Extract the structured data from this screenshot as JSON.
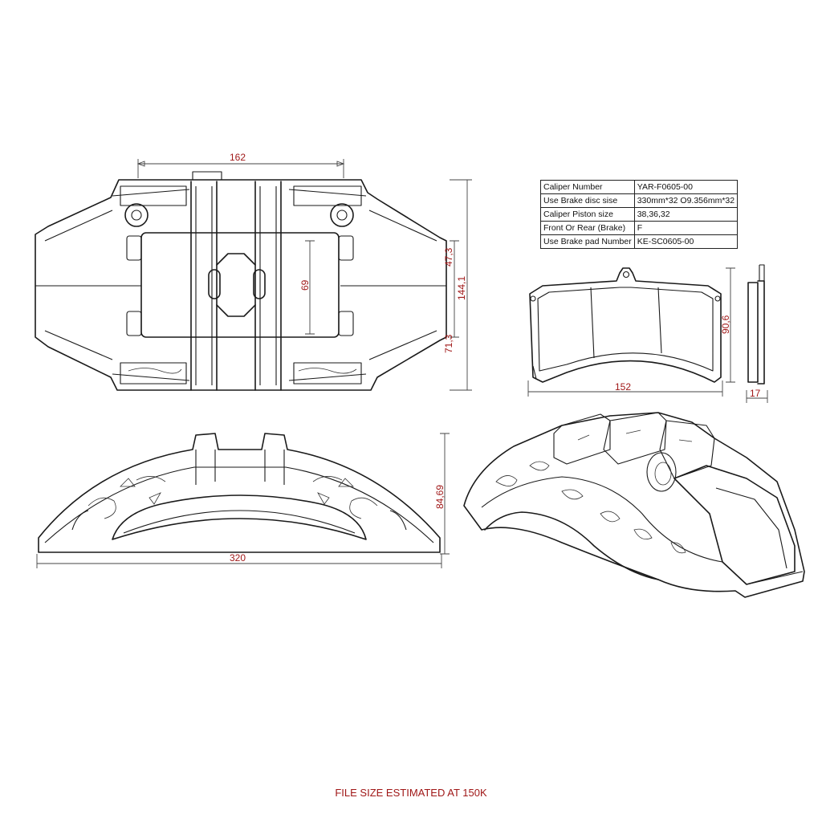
{
  "spec_table": {
    "rows": [
      {
        "label": "Caliper Number",
        "value": "YAR-F0605-00"
      },
      {
        "label": "Use Brake disc  sise",
        "value": "330mm*32 O9.356mm*32"
      },
      {
        "label": "Caliper Piston size",
        "value": "38,36,32"
      },
      {
        "label": "Front Or Rear (Brake)",
        "value": "F"
      },
      {
        "label": "Use Brake  pad Number",
        "value": "KE-SC0605-00"
      }
    ]
  },
  "dimensions": {
    "top_width": "162",
    "upper_height": "47,3",
    "total_height": "144,1",
    "lower_height": "71,3",
    "pad_window_height": "69",
    "side_width": "320",
    "side_height": "84,69",
    "pad_width": "152",
    "pad_height": "90,6",
    "pad_thickness": "17"
  },
  "footer": {
    "note": "FILE SIZE ESTIMATED AT 150K"
  }
}
